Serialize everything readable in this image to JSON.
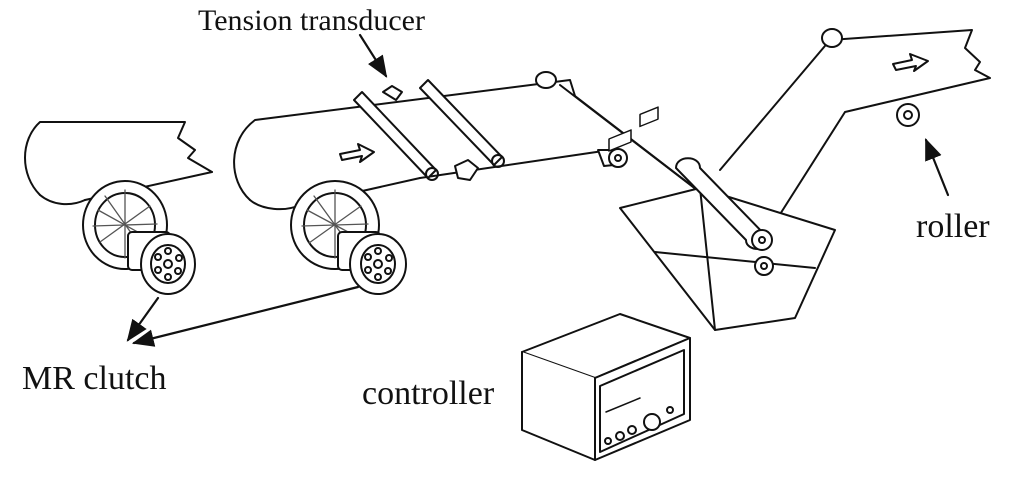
{
  "labels": {
    "tension_transducer": "Tension transducer",
    "roller": "roller",
    "mr_clutch": "MR clutch",
    "controller": "controller"
  },
  "colors": {
    "line": "#111111",
    "shade": "#555555",
    "background": "#ffffff"
  }
}
